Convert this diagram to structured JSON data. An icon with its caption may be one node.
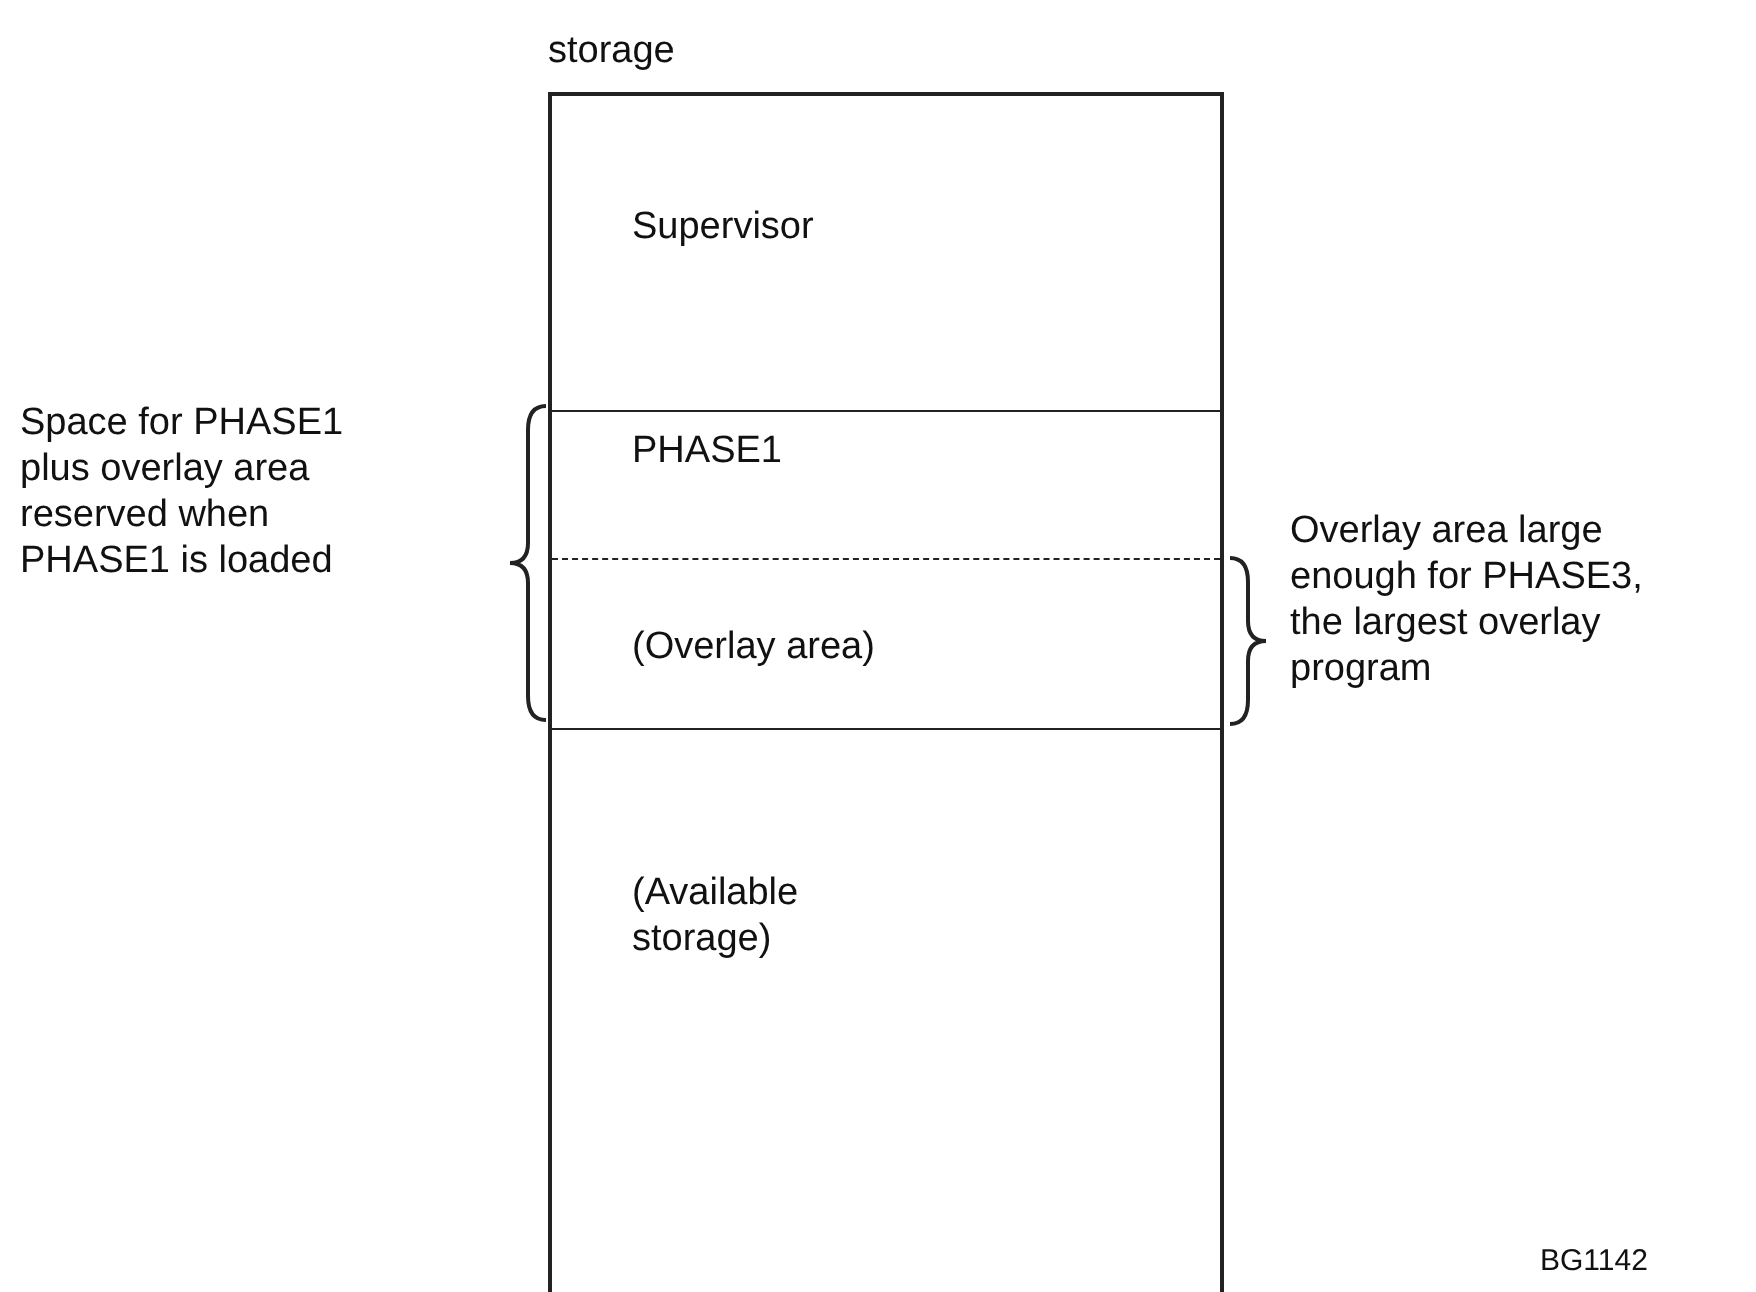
{
  "diagram": {
    "nodes": [
      {
        "text": [
          "storage"
        ]
      },
      {
        "text": [
          "Supervisor"
        ],
        "in": 0
      },
      {
        "text": [
          "PHASE1"
        ],
        "in": 0
      },
      {
        "text": [
          "(Overlay area)"
        ],
        "in": 0
      },
      {
        "text": [
          "(Available storage)"
        ],
        "in": 0
      }
    ],
    "edges": [],
    "labels": [
      "Space for PHASE1 plus overlay area reserved when PHASE1 is loaded",
      "Overlay area large enough for PHASE3, the largest overlay program",
      "BG1142"
    ]
  }
}
